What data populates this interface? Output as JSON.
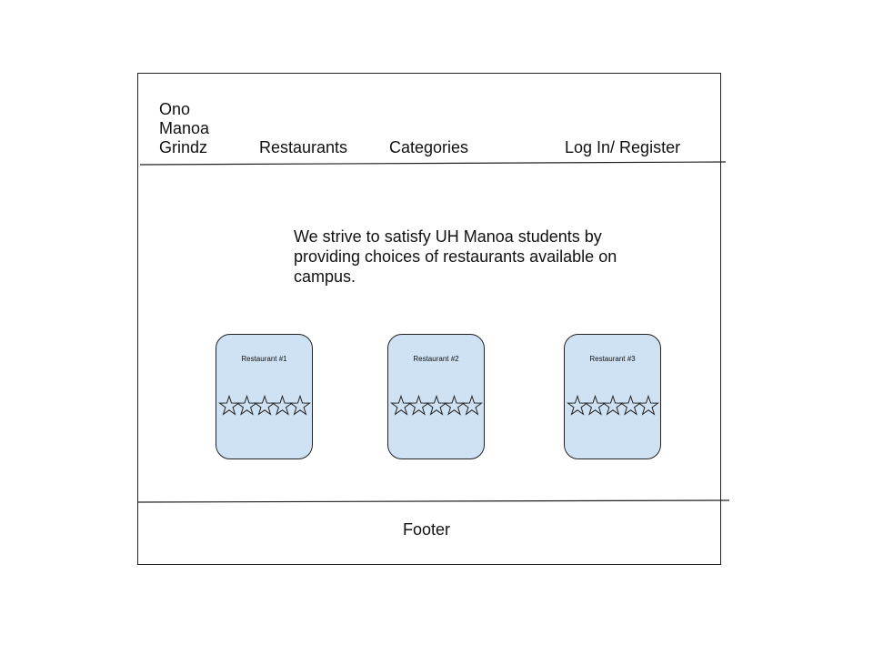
{
  "header": {
    "brand": "Ono\nManoa\nGrindz",
    "nav": {
      "restaurants": "Restaurants",
      "categories": "Categories",
      "login": "Log In/ Register"
    }
  },
  "main": {
    "mission": "We strive to satisfy UH Manoa students by providing choices of restaurants available on campus.",
    "cards": [
      {
        "name": "Restaurant #1",
        "rating_max": 5,
        "icon": "star-outline-icon"
      },
      {
        "name": "Restaurant #2",
        "rating_max": 5,
        "icon": "star-outline-icon"
      },
      {
        "name": "Restaurant #3",
        "rating_max": 5,
        "icon": "star-outline-icon"
      }
    ]
  },
  "footer": {
    "label": "Footer"
  },
  "colors": {
    "card_fill": "#cfe2f3",
    "line": "#222222"
  }
}
